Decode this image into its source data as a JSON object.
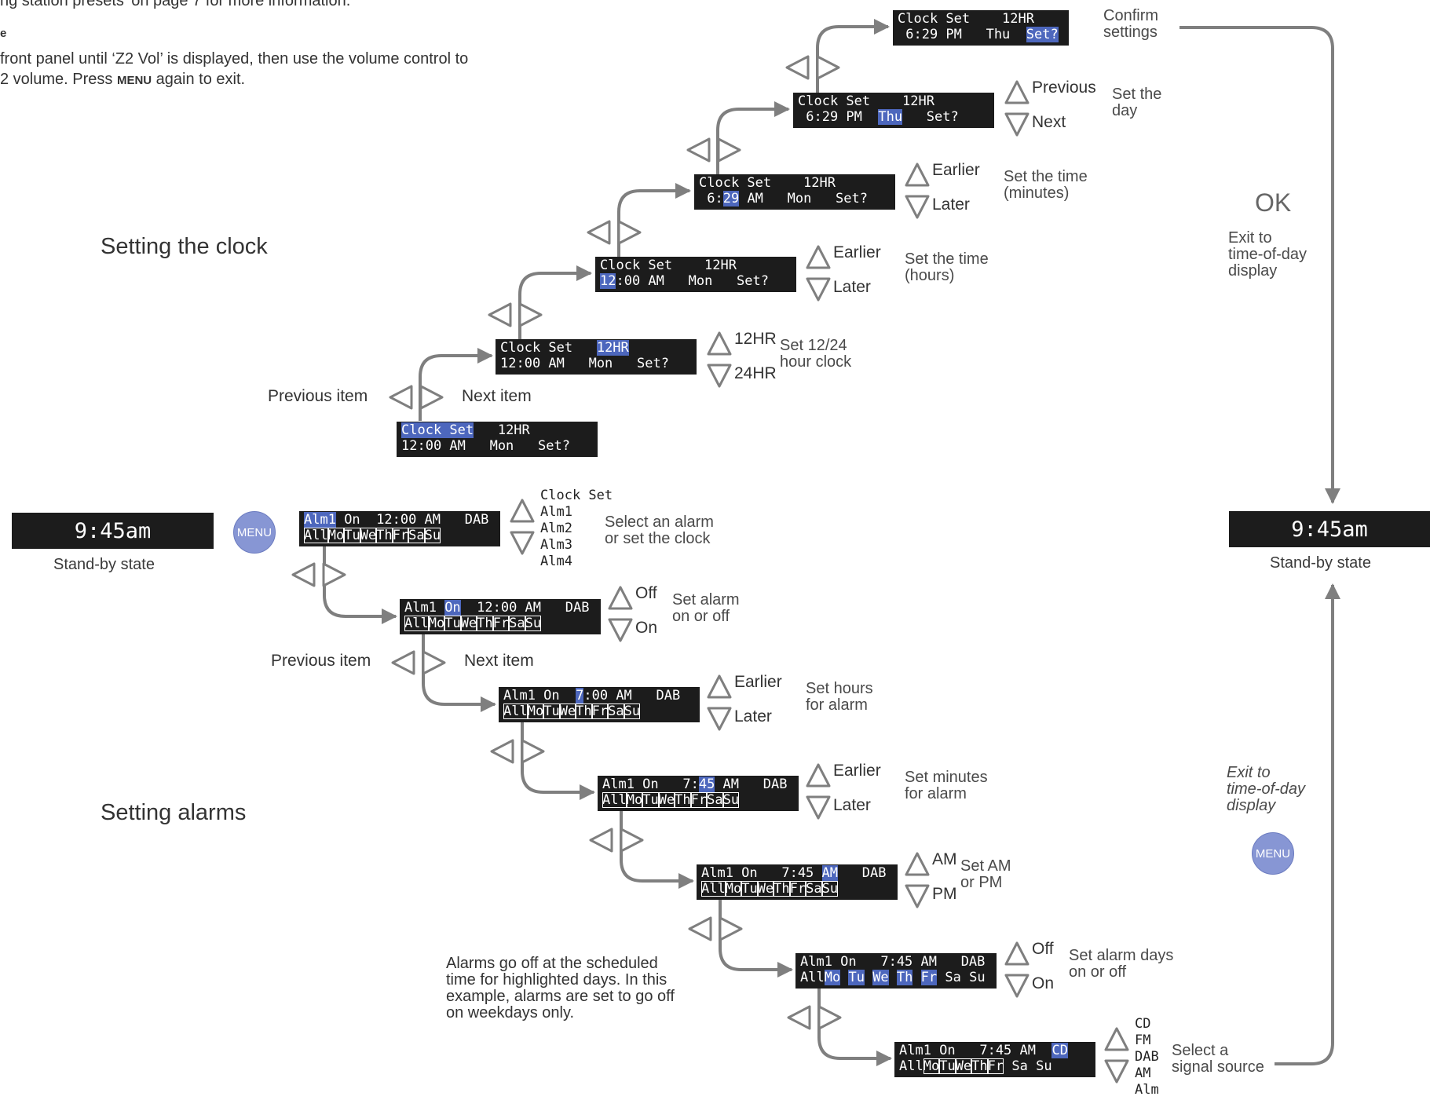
{
  "intro": {
    "line1": "ng station presets' on page 7 for more information.",
    "heading": "e",
    "line2": "front panel until ‘Z2 Vol’ is displayed, then use the volume control to",
    "line3_pre": "2 volume. Press ",
    "line3_menu": "MENU",
    "line3_post": " again to exit."
  },
  "sections": {
    "clock": "Setting the clock",
    "alarms": "Setting alarms"
  },
  "standby": {
    "display": "9:45am",
    "caption": "Stand-by state"
  },
  "menu_label": "MENU",
  "nav": {
    "previous": "Previous item",
    "next": "Next item"
  },
  "right": {
    "ok": "OK",
    "exit1": "Exit to\ntime-of-day\ndisplay",
    "exit2": "Exit to\ntime-of-day\ndisplay"
  },
  "clock_screens": [
    {
      "id": "clk0",
      "rows": [
        [
          {
            "t": "Clock Set",
            "hl": true
          },
          {
            "t": "   12HR"
          }
        ],
        [
          {
            "t": "12:00 AM   Mon   Set?"
          }
        ]
      ]
    },
    {
      "id": "clk1",
      "rows": [
        [
          {
            "t": "Clock Set   "
          },
          {
            "t": "12HR",
            "hl": true
          }
        ],
        [
          {
            "t": "12:00 AM   Mon   Set?"
          }
        ]
      ]
    },
    {
      "id": "clk2",
      "rows": [
        [
          {
            "t": "Clock Set    12HR"
          }
        ],
        [
          {
            "t": "12",
            "hl": true
          },
          {
            "t": ":00 AM   Mon   Set?"
          }
        ]
      ]
    },
    {
      "id": "clk3",
      "rows": [
        [
          {
            "t": "Clock Set    12HR"
          }
        ],
        [
          {
            "t": " 6:"
          },
          {
            "t": "29",
            "hl": true
          },
          {
            "t": " AM   Mon   Set?"
          }
        ]
      ]
    },
    {
      "id": "clk4",
      "rows": [
        [
          {
            "t": "Clock Set    12HR"
          }
        ],
        [
          {
            "t": " 6:29 PM  "
          },
          {
            "t": "Thu",
            "hl": true
          },
          {
            "t": "   Set?"
          }
        ]
      ]
    },
    {
      "id": "clk5",
      "rows": [
        [
          {
            "t": "Clock Set    12HR"
          }
        ],
        [
          {
            "t": " 6:29 PM   Thu  "
          },
          {
            "t": "Set?",
            "hl": true
          }
        ]
      ]
    }
  ],
  "alarm_screens": [
    {
      "id": "alm0",
      "rows": [
        [
          {
            "t": "Alm1",
            "hl": true
          },
          {
            "t": " On  12:00 AM   DAB"
          }
        ],
        [
          {
            "t": "All",
            "box": true
          },
          {
            "t": "Mo",
            "box": true
          },
          {
            "t": "Tu",
            "box": true
          },
          {
            "t": "We",
            "box": true
          },
          {
            "t": "Th",
            "box": true
          },
          {
            "t": "Fr",
            "box": true
          },
          {
            "t": "Sa",
            "box": true
          },
          {
            "t": "Su",
            "box": true
          }
        ]
      ]
    },
    {
      "id": "alm1",
      "rows": [
        [
          {
            "t": "Alm1 "
          },
          {
            "t": "On",
            "hl": true
          },
          {
            "t": "  12:00 AM   DAB"
          }
        ],
        [
          {
            "t": "All",
            "box": true
          },
          {
            "t": "Mo",
            "box": true
          },
          {
            "t": "Tu",
            "box": true
          },
          {
            "t": "We",
            "box": true
          },
          {
            "t": "Th",
            "box": true
          },
          {
            "t": "Fr",
            "box": true
          },
          {
            "t": "Sa",
            "box": true
          },
          {
            "t": "Su",
            "box": true
          }
        ]
      ]
    },
    {
      "id": "alm2",
      "rows": [
        [
          {
            "t": "Alm1 On  "
          },
          {
            "t": "7",
            "hl": true
          },
          {
            "t": ":00 AM   DAB"
          }
        ],
        [
          {
            "t": "All",
            "box": true
          },
          {
            "t": "Mo",
            "box": true
          },
          {
            "t": "Tu",
            "box": true
          },
          {
            "t": "We",
            "box": true
          },
          {
            "t": "Th",
            "box": true
          },
          {
            "t": "Fr",
            "box": true
          },
          {
            "t": "Sa",
            "box": true
          },
          {
            "t": "Su",
            "box": true
          }
        ]
      ]
    },
    {
      "id": "alm3",
      "rows": [
        [
          {
            "t": "Alm1 On   7:"
          },
          {
            "t": "45",
            "hl": true
          },
          {
            "t": " AM   DAB"
          }
        ],
        [
          {
            "t": "All",
            "box": true
          },
          {
            "t": "Mo",
            "box": true
          },
          {
            "t": "Tu",
            "box": true
          },
          {
            "t": "We",
            "box": true
          },
          {
            "t": "Th",
            "box": true
          },
          {
            "t": "Fr",
            "box": true
          },
          {
            "t": "Sa",
            "box": true
          },
          {
            "t": "Su",
            "box": true
          }
        ]
      ]
    },
    {
      "id": "alm4",
      "rows": [
        [
          {
            "t": "Alm1 On   7:45 "
          },
          {
            "t": "AM",
            "hl": true
          },
          {
            "t": "   DAB"
          }
        ],
        [
          {
            "t": "All",
            "box": true
          },
          {
            "t": "Mo",
            "box": true
          },
          {
            "t": "Tu",
            "box": true
          },
          {
            "t": "We",
            "box": true
          },
          {
            "t": "Th",
            "box": true
          },
          {
            "t": "Fr",
            "box": true
          },
          {
            "t": "Sa",
            "box": true
          },
          {
            "t": "Su",
            "box": true
          }
        ]
      ]
    },
    {
      "id": "alm5",
      "rows": [
        [
          {
            "t": "Alm1 On   7:45 AM   DAB"
          }
        ],
        [
          {
            "t": "All"
          },
          {
            "t": "Mo",
            "hl": true
          },
          {
            "t": " "
          },
          {
            "t": "Tu",
            "hl": true
          },
          {
            "t": " "
          },
          {
            "t": "We",
            "hl": true
          },
          {
            "t": " "
          },
          {
            "t": "Th",
            "hl": true
          },
          {
            "t": " "
          },
          {
            "t": "Fr",
            "hl": true
          },
          {
            "t": " Sa Su"
          }
        ]
      ]
    },
    {
      "id": "alm6",
      "rows": [
        [
          {
            "t": "Alm1 On   7:45 AM  "
          },
          {
            "t": "CD",
            "hl": true
          }
        ],
        [
          {
            "t": "All"
          },
          {
            "t": "Mo",
            "box": true
          },
          {
            "t": "Tu",
            "box": true
          },
          {
            "t": "We",
            "box": true
          },
          {
            "t": "Th",
            "box": true
          },
          {
            "t": "Fr",
            "box": true
          },
          {
            "t": " Sa Su"
          }
        ]
      ]
    }
  ],
  "steps": [
    {
      "up": "12HR",
      "down": "24HR",
      "desc": "Set 12/24\nhour clock"
    },
    {
      "up": "Earlier",
      "down": "Later",
      "desc": "Set the time\n(hours)"
    },
    {
      "up": "Earlier",
      "down": "Later",
      "desc": "Set the time\n(minutes)"
    },
    {
      "up": "Previous",
      "down": "Next",
      "desc": "Set the\nday"
    },
    {
      "desc": "Confirm\nsettings"
    },
    {
      "desc": "Select an alarm\nor set the clock",
      "options": "Clock Set\nAlm1\nAlm2\nAlm3\nAlm4"
    },
    {
      "up": "Off",
      "down": "On",
      "desc": "Set alarm\non or off"
    },
    {
      "up": "Earlier",
      "down": "Later",
      "desc": "Set hours\nfor alarm"
    },
    {
      "up": "Earlier",
      "down": "Later",
      "desc": "Set minutes\nfor alarm"
    },
    {
      "up": "AM",
      "down": "PM",
      "desc": "Set AM\nor PM"
    },
    {
      "up": "Off",
      "down": "On",
      "desc": "Set alarm days\non or off"
    },
    {
      "desc": "Select a\nsignal source",
      "options": "CD\nFM\nDAB\nAM\nAlm"
    }
  ],
  "alarm_note": "Alarms go off at the scheduled\ntime for highlighted days. In this\nexample, alarms are set to go off\non weekdays only."
}
